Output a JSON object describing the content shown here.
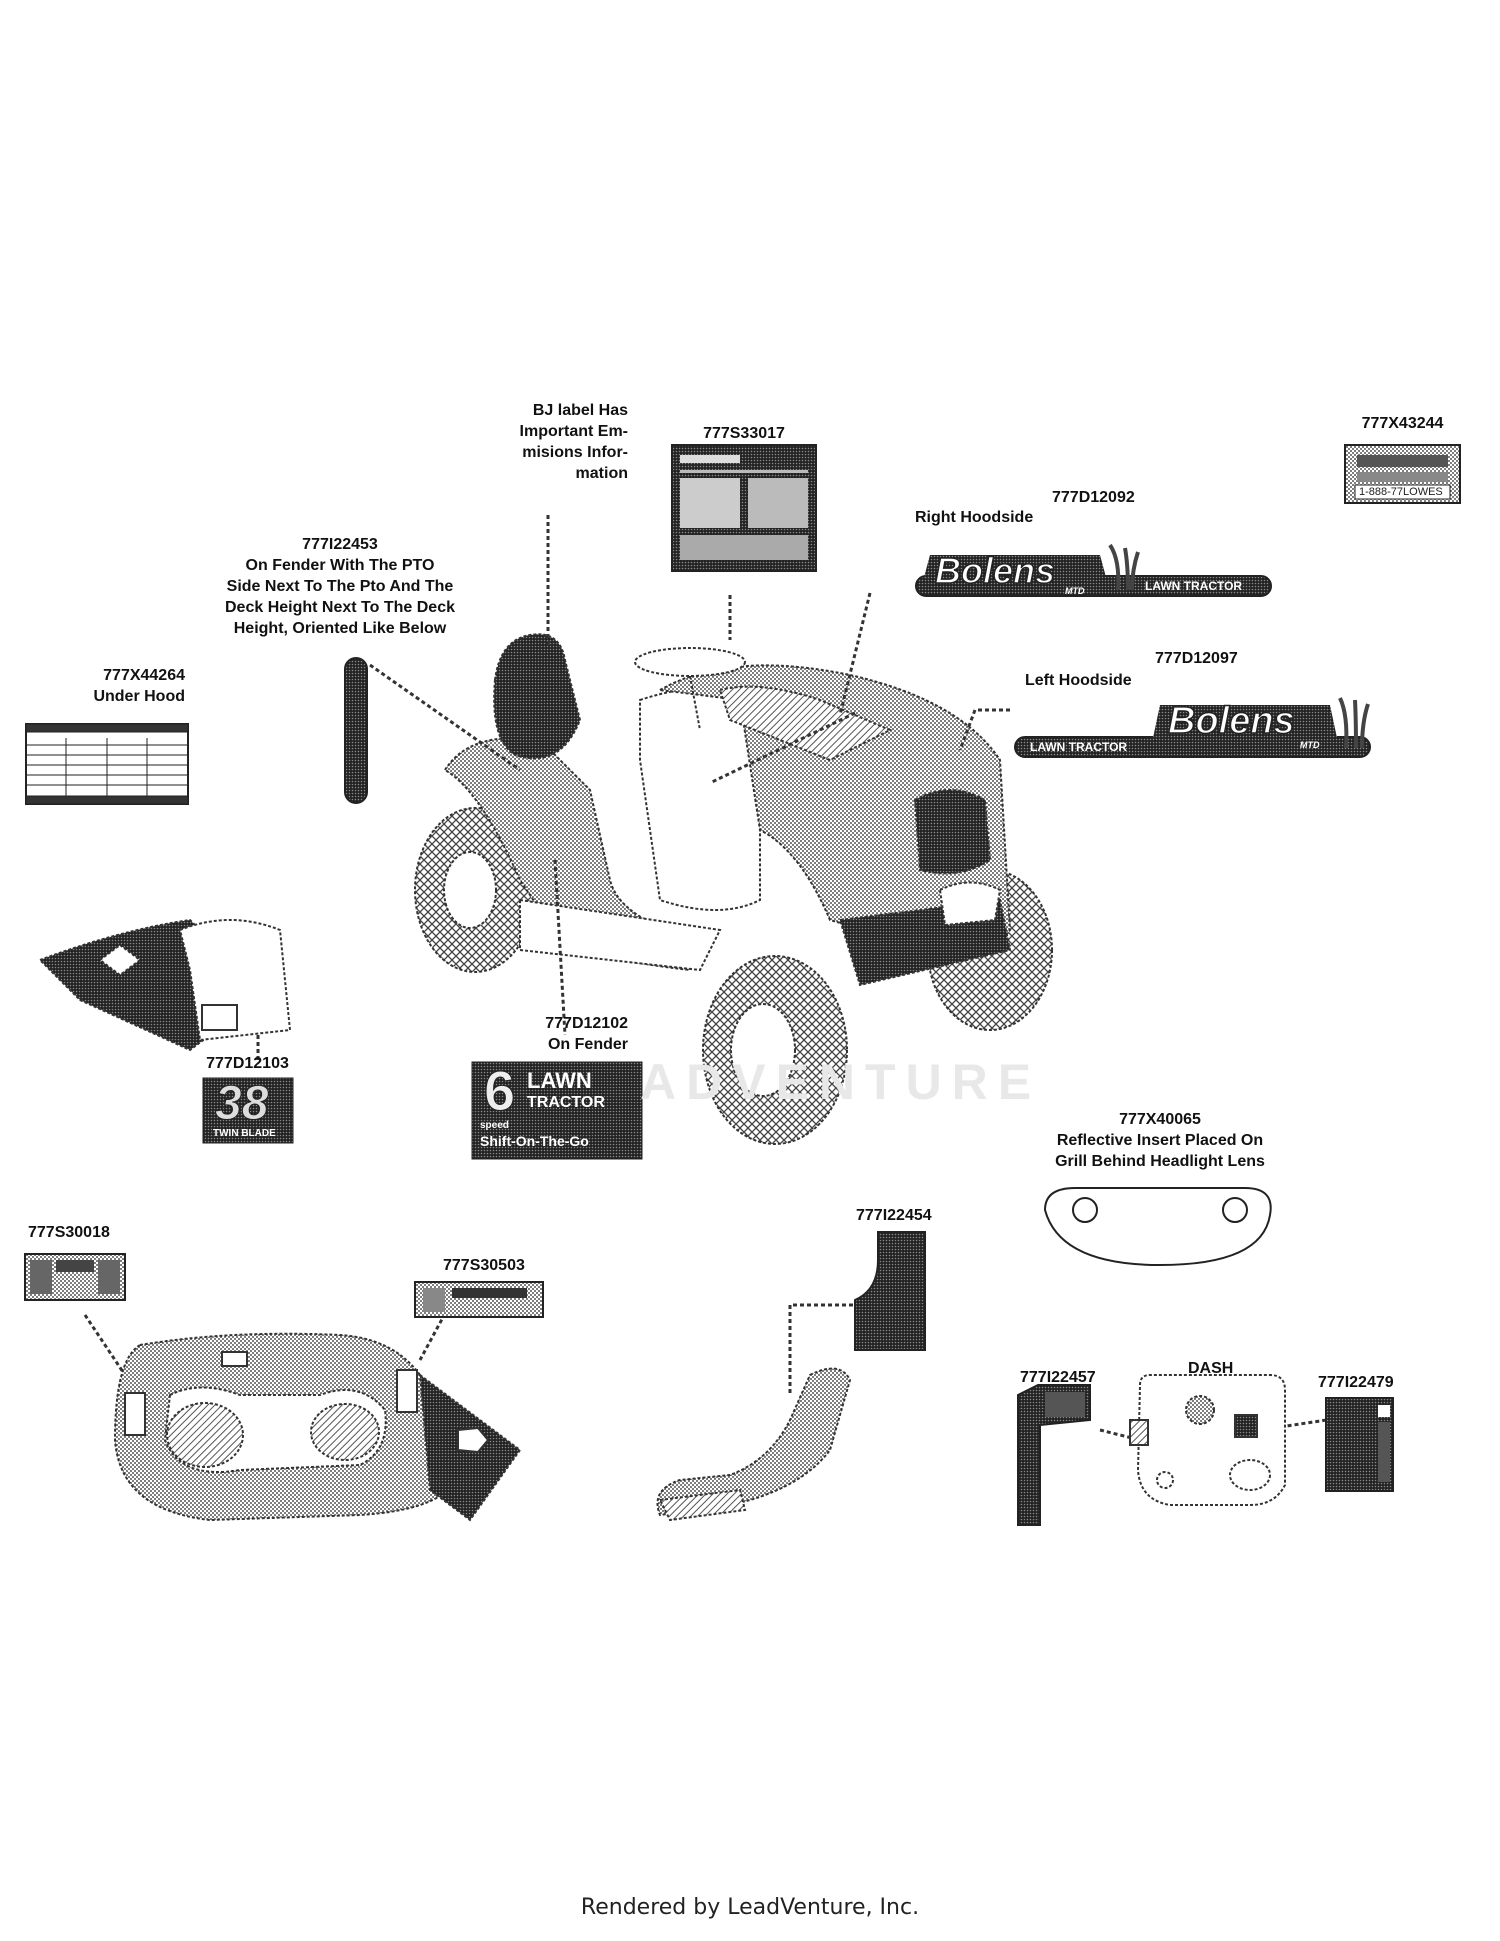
{
  "title_labels": {
    "bj_label": "BJ label Has\nImportant Em-\nmisions Infor-\nmation",
    "s33017": "777S33017",
    "x43244": "777X43244",
    "i22453": "777I22453\nOn Fender With The PTO\nSide Next To The Pto And The\nDeck Height Next To The Deck\nHeight, Oriented Like Below",
    "d12092_num": "777D12092",
    "d12092_desc": "Right Hoodside",
    "d12097_num": "777D12097",
    "d12097_desc": "Left Hoodside",
    "x44264": "777X44264\nUnder Hood",
    "d12103": "777D12103",
    "d12102": "777D12102\nOn Fender",
    "x40065": "777X40065\nReflective Insert Placed On\nGrill Behind Headlight Lens",
    "s30018": "777S30018",
    "s30503": "777S30503",
    "i22454": "777I22454",
    "dash": "DASH",
    "i22457": "777I22457",
    "i22479": "777I22479"
  },
  "decal_text": {
    "bolens": "Bolens",
    "mtd": "MTD",
    "lawn_tractor": "LAWN TRACTOR",
    "deck_num": "38",
    "twin_blade": "TWIN BLADE",
    "speed_num": "6",
    "lawn": "LAWN",
    "tractor": "TRACTOR",
    "speed": "speed",
    "shift": "Shift-On-The-Go",
    "lowes": "1-888-77LOWES"
  },
  "watermark": "ADVENTURE",
  "footer": "Rendered by LeadVenture, Inc."
}
